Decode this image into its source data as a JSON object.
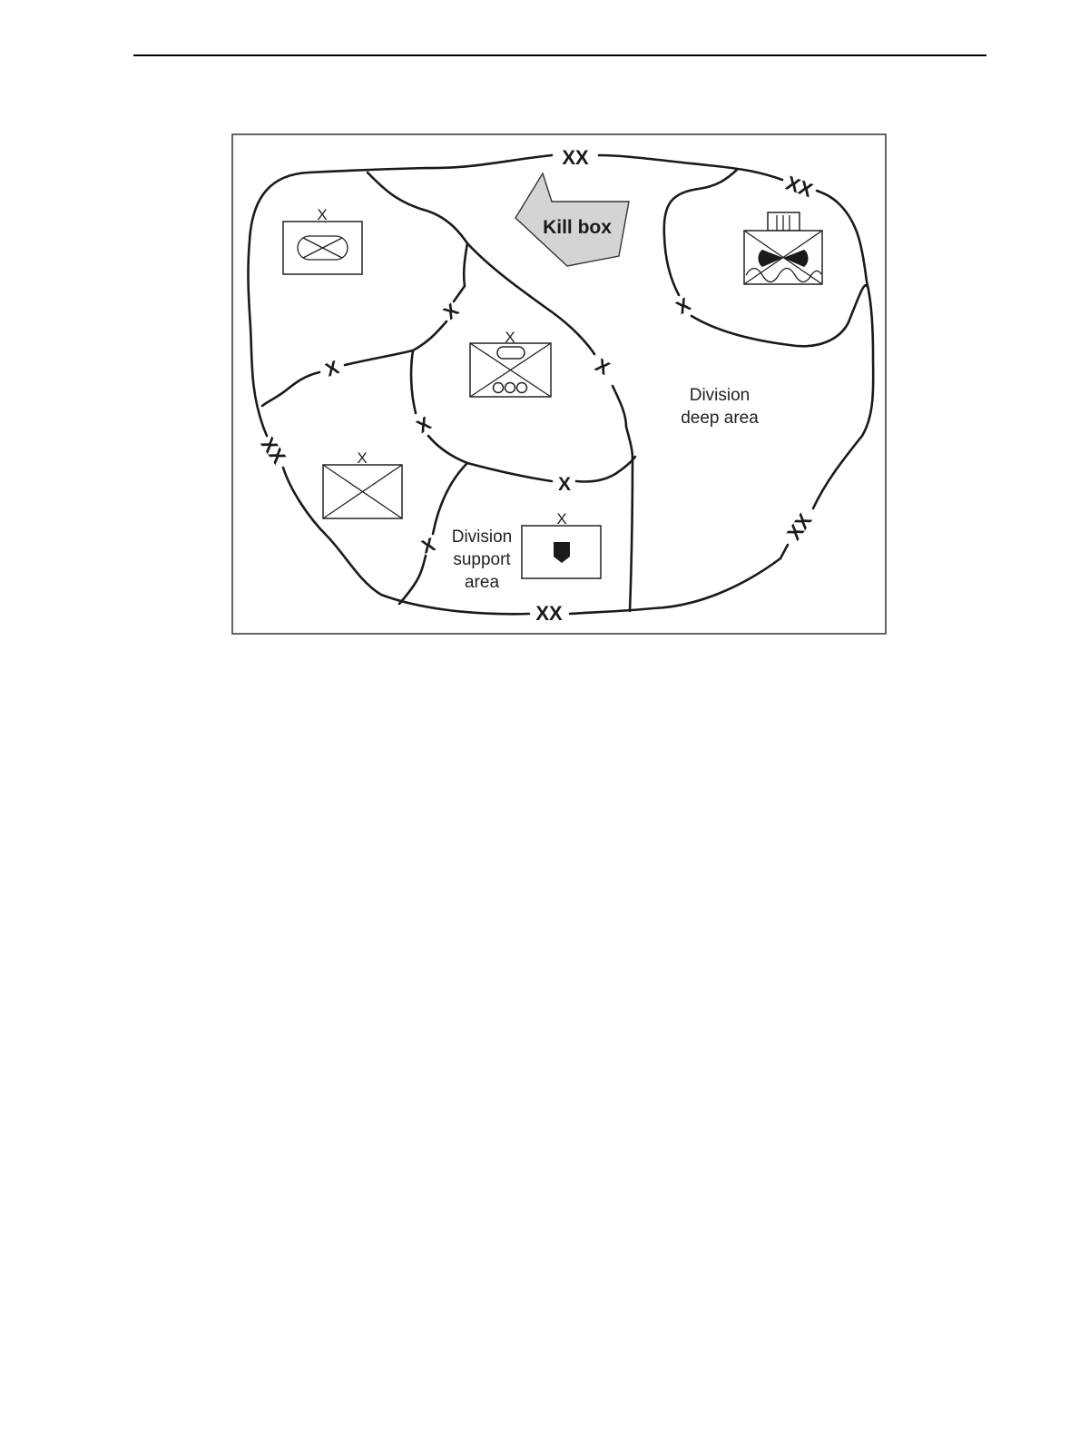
{
  "figure": {
    "kill_box_label": "Kill box",
    "deep_area_label": [
      "Division",
      "deep area"
    ],
    "support_area_label": [
      "Division",
      "support",
      "area"
    ],
    "division_boundary_marker": "XX",
    "brigade_boundary_marker": "X",
    "unit_echelon_marker": "X",
    "colors": {
      "kill_box_fill": "#d4d4d4",
      "line": "#1a1a1a"
    },
    "unit_symbols": [
      {
        "name": "armor-brigade",
        "echelon": "X"
      },
      {
        "name": "mechanized-infantry-brigade",
        "echelon": "X"
      },
      {
        "name": "infantry-brigade",
        "echelon": "X"
      },
      {
        "name": "support-brigade",
        "echelon": "X"
      },
      {
        "name": "attack-aviation-unit",
        "echelon": "III"
      }
    ]
  }
}
